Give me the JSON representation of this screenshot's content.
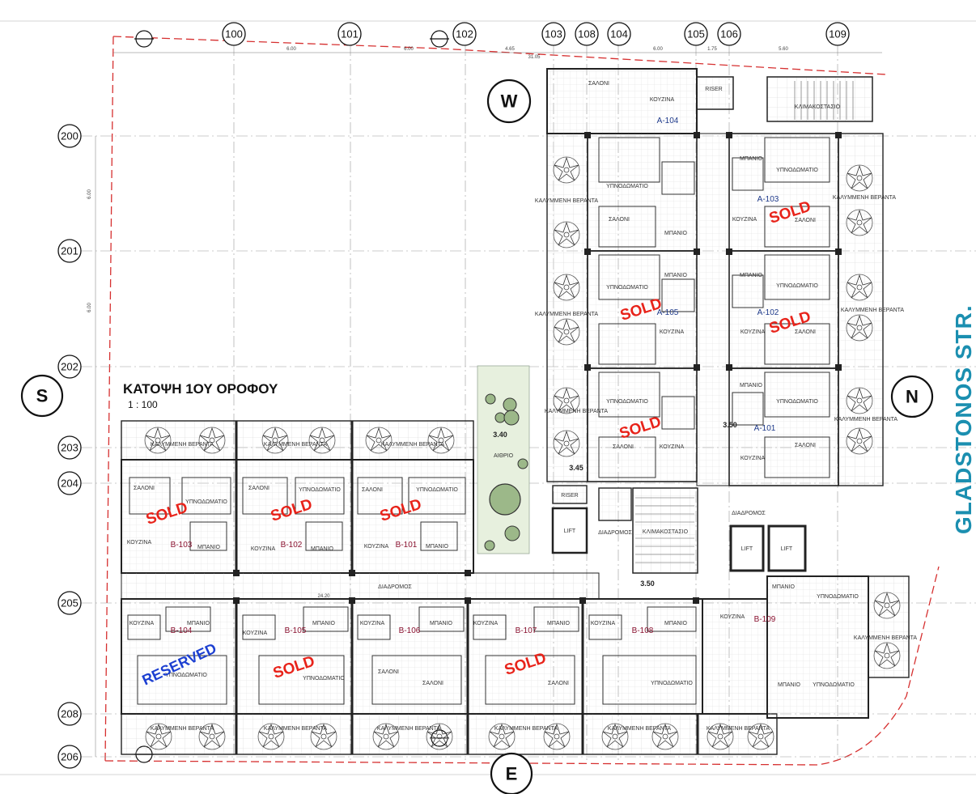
{
  "drawing": {
    "title": "ΚΑΤΟΨΗ 1ΟΥ ΟΡΟΦΟΥ",
    "scale": "1 : 100",
    "street": "GLADSTONOS STR.",
    "compass": {
      "north": "N",
      "south": "S",
      "east": "E",
      "west": "W"
    }
  },
  "grid": {
    "columns": [
      "100",
      "101",
      "102",
      "103",
      "108",
      "104",
      "105",
      "106",
      "109"
    ],
    "rows": [
      "200",
      "201",
      "202",
      "203",
      "204",
      "205",
      "208",
      "206"
    ]
  },
  "units": {
    "B-101": "B-101",
    "B-102": "B-102",
    "B-103": "B-103",
    "B-104": "B-104",
    "B-105": "B-105",
    "B-106": "B-106",
    "B-107": "B-107",
    "B-108": "B-108",
    "B-109": "B-109",
    "A-101": "A-101",
    "A-102": "A-102",
    "A-103": "A-103",
    "A-104": "A-104",
    "A-105": "A-105"
  },
  "status": {
    "sold": "SOLD",
    "reserved": "RESERVED"
  },
  "rooms": {
    "living": "ΣΑΛΟΝΙ",
    "bedroom": "ΥΠΝΟΔΩΜΑΤΙΟ",
    "bathroom": "ΜΠΑΝΙΟ",
    "kitchen": "ΚΟΥΖΙΝΑ",
    "veranda": "ΚΑΛΥΜΜΕΝΗ ΒΕΡΑΝΤΑ",
    "corridor": "ΔΙΑΔΡΟΜΟΣ",
    "atrium": "ΑΙΘΡΙΟ",
    "stairs": "ΚΛΙΜΑΚΟΣΤΑΣΙΟ",
    "lift": "LIFT",
    "riser": "RISER"
  },
  "dimensions": {
    "d_600": "6.00",
    "d_465": "4.65",
    "d_560": "5.60",
    "d_175": "1.75",
    "d_2420": "24.20",
    "d_350": "3.50",
    "d_340": "3.40",
    "d_345": "3.45",
    "d_3105": "31.05"
  }
}
